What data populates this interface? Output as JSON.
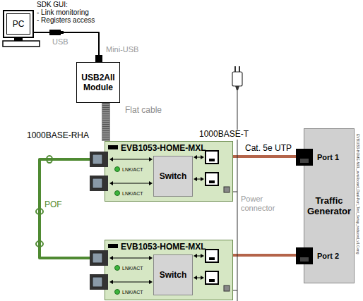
{
  "diagram": {
    "nodes": [
      {
        "text": [
          "PC"
        ]
      },
      {
        "text": [
          "USB2All Module"
        ]
      },
      {
        "text": [
          "EVB1053-HOME-MXL"
        ]
      },
      {
        "text": [
          "Switch"
        ],
        "in": 2
      },
      {
        "text": [
          "Traffic Generator"
        ]
      },
      {
        "text": [
          "Port 1"
        ],
        "in": 4
      },
      {
        "text": [
          "Port 2"
        ],
        "in": 4
      },
      {
        "text": [
          "EVB1053-HOME-MXL"
        ]
      },
      {
        "text": [
          "Switch"
        ],
        "in": 7
      }
    ],
    "edges": [
      {
        "from": 0,
        "to": 1,
        "arrow": "none"
      },
      {
        "from": 1,
        "to": 2,
        "label": "Flat cable",
        "arrow": "none"
      },
      {
        "from": 2,
        "to": 5,
        "label": "Cat. 5e UTP",
        "arrow": "none"
      },
      {
        "from": 2,
        "to": 7,
        "label": "POF",
        "arrow": "none"
      },
      {
        "from": 7,
        "to": 6,
        "arrow": "none"
      }
    ],
    "labels": [
      "SDK GUI:",
      "- Link monitoring",
      "- Registers access",
      "USB",
      "Mini-USB",
      "1000BASE-RHA",
      "1000BASE-T",
      "LNK/ACT",
      "LNK/ACT",
      "LNK/ACT",
      "LNK/ACT",
      "Power connector",
      "EVB1053-HOME-MXL_eval-board_Dual-Port_Test_Setup_reduced_v1.0.eng"
    ]
  }
}
